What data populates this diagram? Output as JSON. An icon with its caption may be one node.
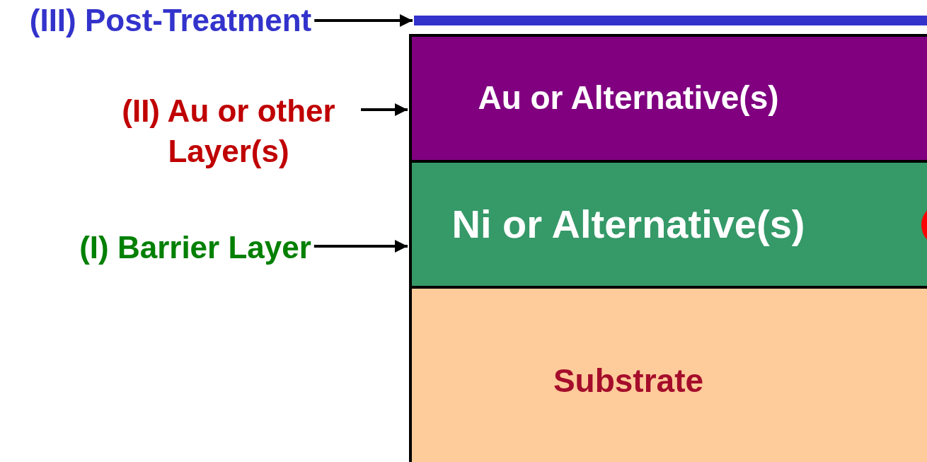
{
  "diagram": {
    "nodes": [
      {
        "text": [
          "(III) Post-Treatment"
        ]
      },
      {
        "text": [],
        "shape": "bar"
      },
      {
        "text": [
          "(II) Au or other Layer(s)"
        ]
      },
      {
        "text": [
          "Au or Alternative(s)"
        ]
      },
      {
        "text": [
          "(I) Barrier Layer"
        ]
      },
      {
        "text": [
          "Ni or Alternative(s)"
        ]
      },
      {
        "text": [
          "Substrate"
        ]
      }
    ],
    "edges": [
      {
        "from": 0,
        "to": 1,
        "arrow": "to"
      },
      {
        "from": 2,
        "to": 3,
        "arrow": "to"
      },
      {
        "from": 4,
        "to": 5,
        "arrow": "to"
      }
    ]
  }
}
